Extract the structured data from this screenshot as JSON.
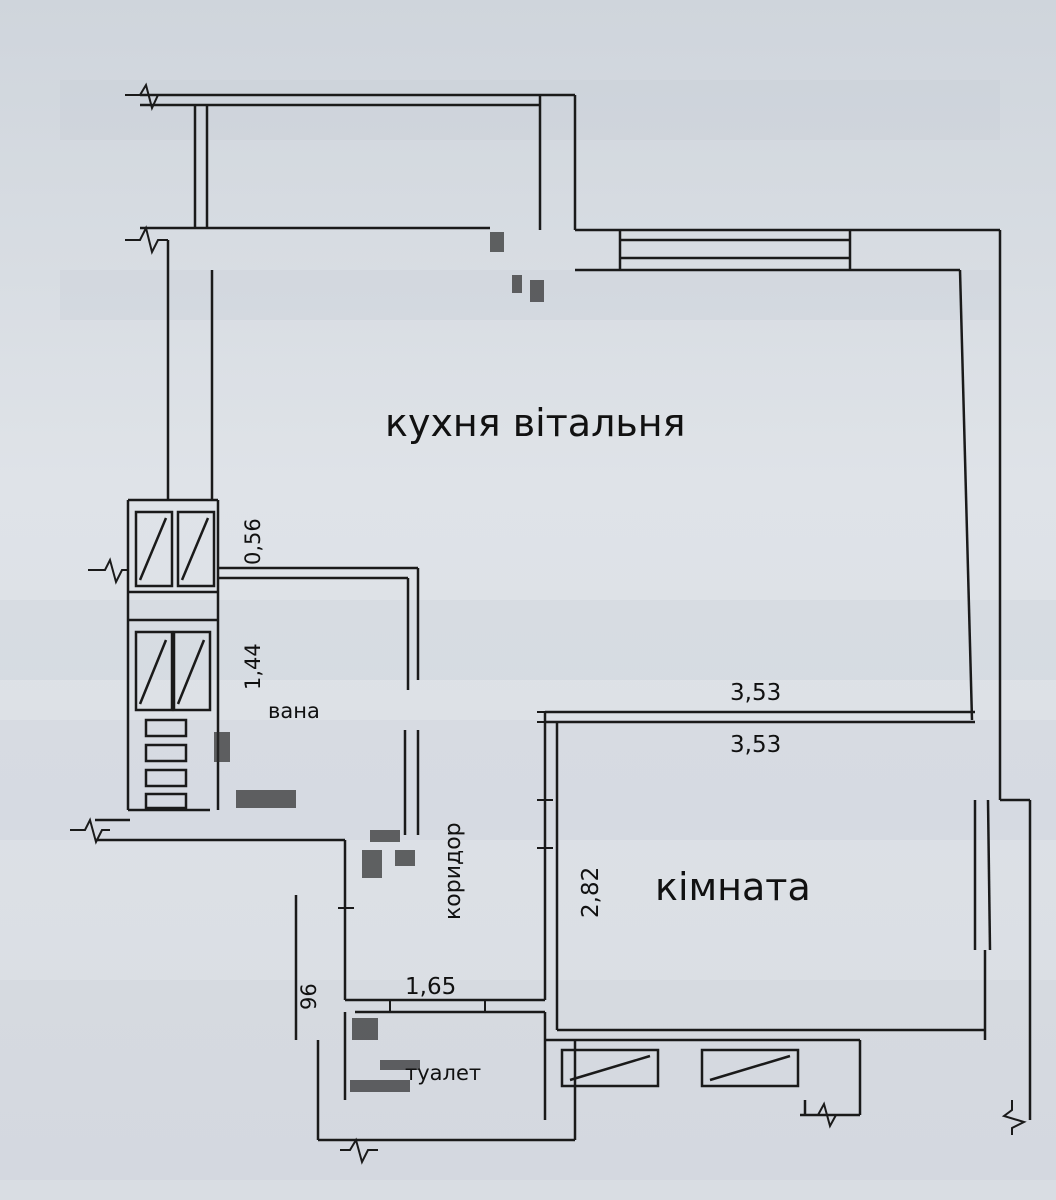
{
  "rooms": {
    "kitchen_living": "кухня вітальня",
    "bathroom": "вана",
    "corridor": "коридор",
    "room": "кімната",
    "toilet": "туалет"
  },
  "dimensions": {
    "duct_upper": "0,56",
    "duct_lower": "1,44",
    "kitchen_width": "3,53",
    "room_width": "3,53",
    "room_depth": "2,82",
    "corridor_width": "1,65",
    "toilet_side": "96"
  },
  "colors": {
    "paper": "#dcdfe4",
    "ink": "#1a1a1a"
  }
}
